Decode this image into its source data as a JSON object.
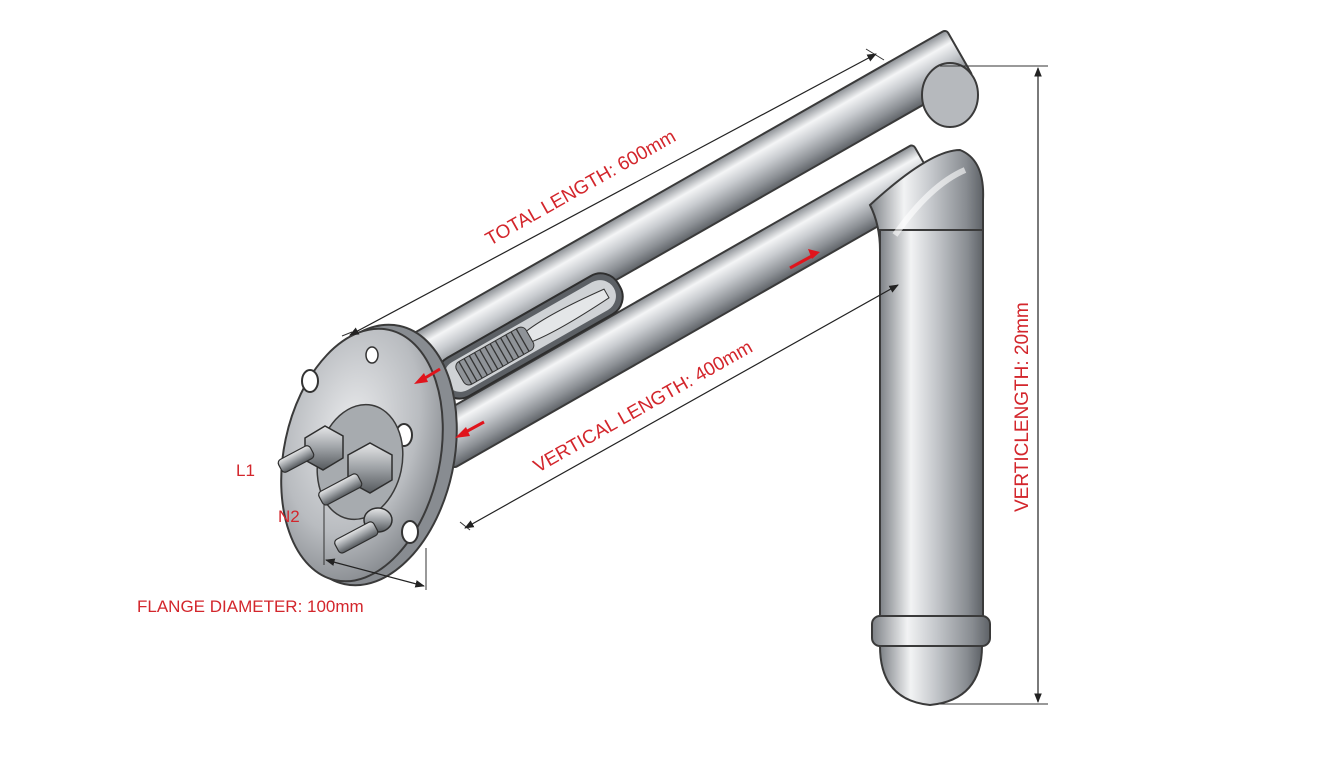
{
  "labels": {
    "total_length": "TOTAL LENGTH: 600mm",
    "vertical_length_inner": "VERTICAL LENGTH: 400mm",
    "vertical_length_side": "VERTICLENGTH: 20mm",
    "flange_diameter": "FLANGE DIAMETER: 100mm",
    "terminal_1": "L1",
    "terminal_2": "N2"
  },
  "colors": {
    "annotation": "#d3262c",
    "arrow": "#e0141c",
    "metal_dark": "#6f7378",
    "metal_light": "#f4f5f6",
    "line": "#222222"
  }
}
